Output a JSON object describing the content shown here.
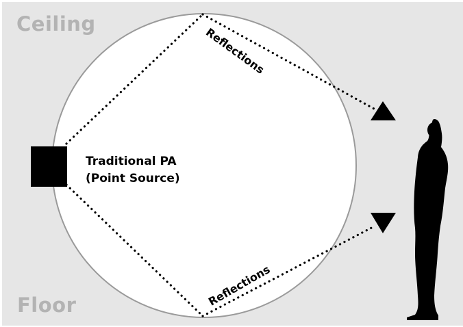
{
  "labels": {
    "ceiling": "Ceiling",
    "floor": "Floor",
    "source_line1": "Traditional PA",
    "source_line2": "(Point Source)",
    "reflections_top": "Reflections",
    "reflections_bottom": "Reflections"
  },
  "colors": {
    "background": "#e6e6e6",
    "room_fill": "#ffffff",
    "room_outline": "#9a9a9a",
    "label_gray": "#b3b3b3",
    "ink": "#000000"
  },
  "icons": {
    "speaker": "square-speaker-icon",
    "listener": "standing-person-silhouette-icon",
    "arrow_up": "triangle-up-icon",
    "arrow_down": "triangle-down-icon"
  }
}
